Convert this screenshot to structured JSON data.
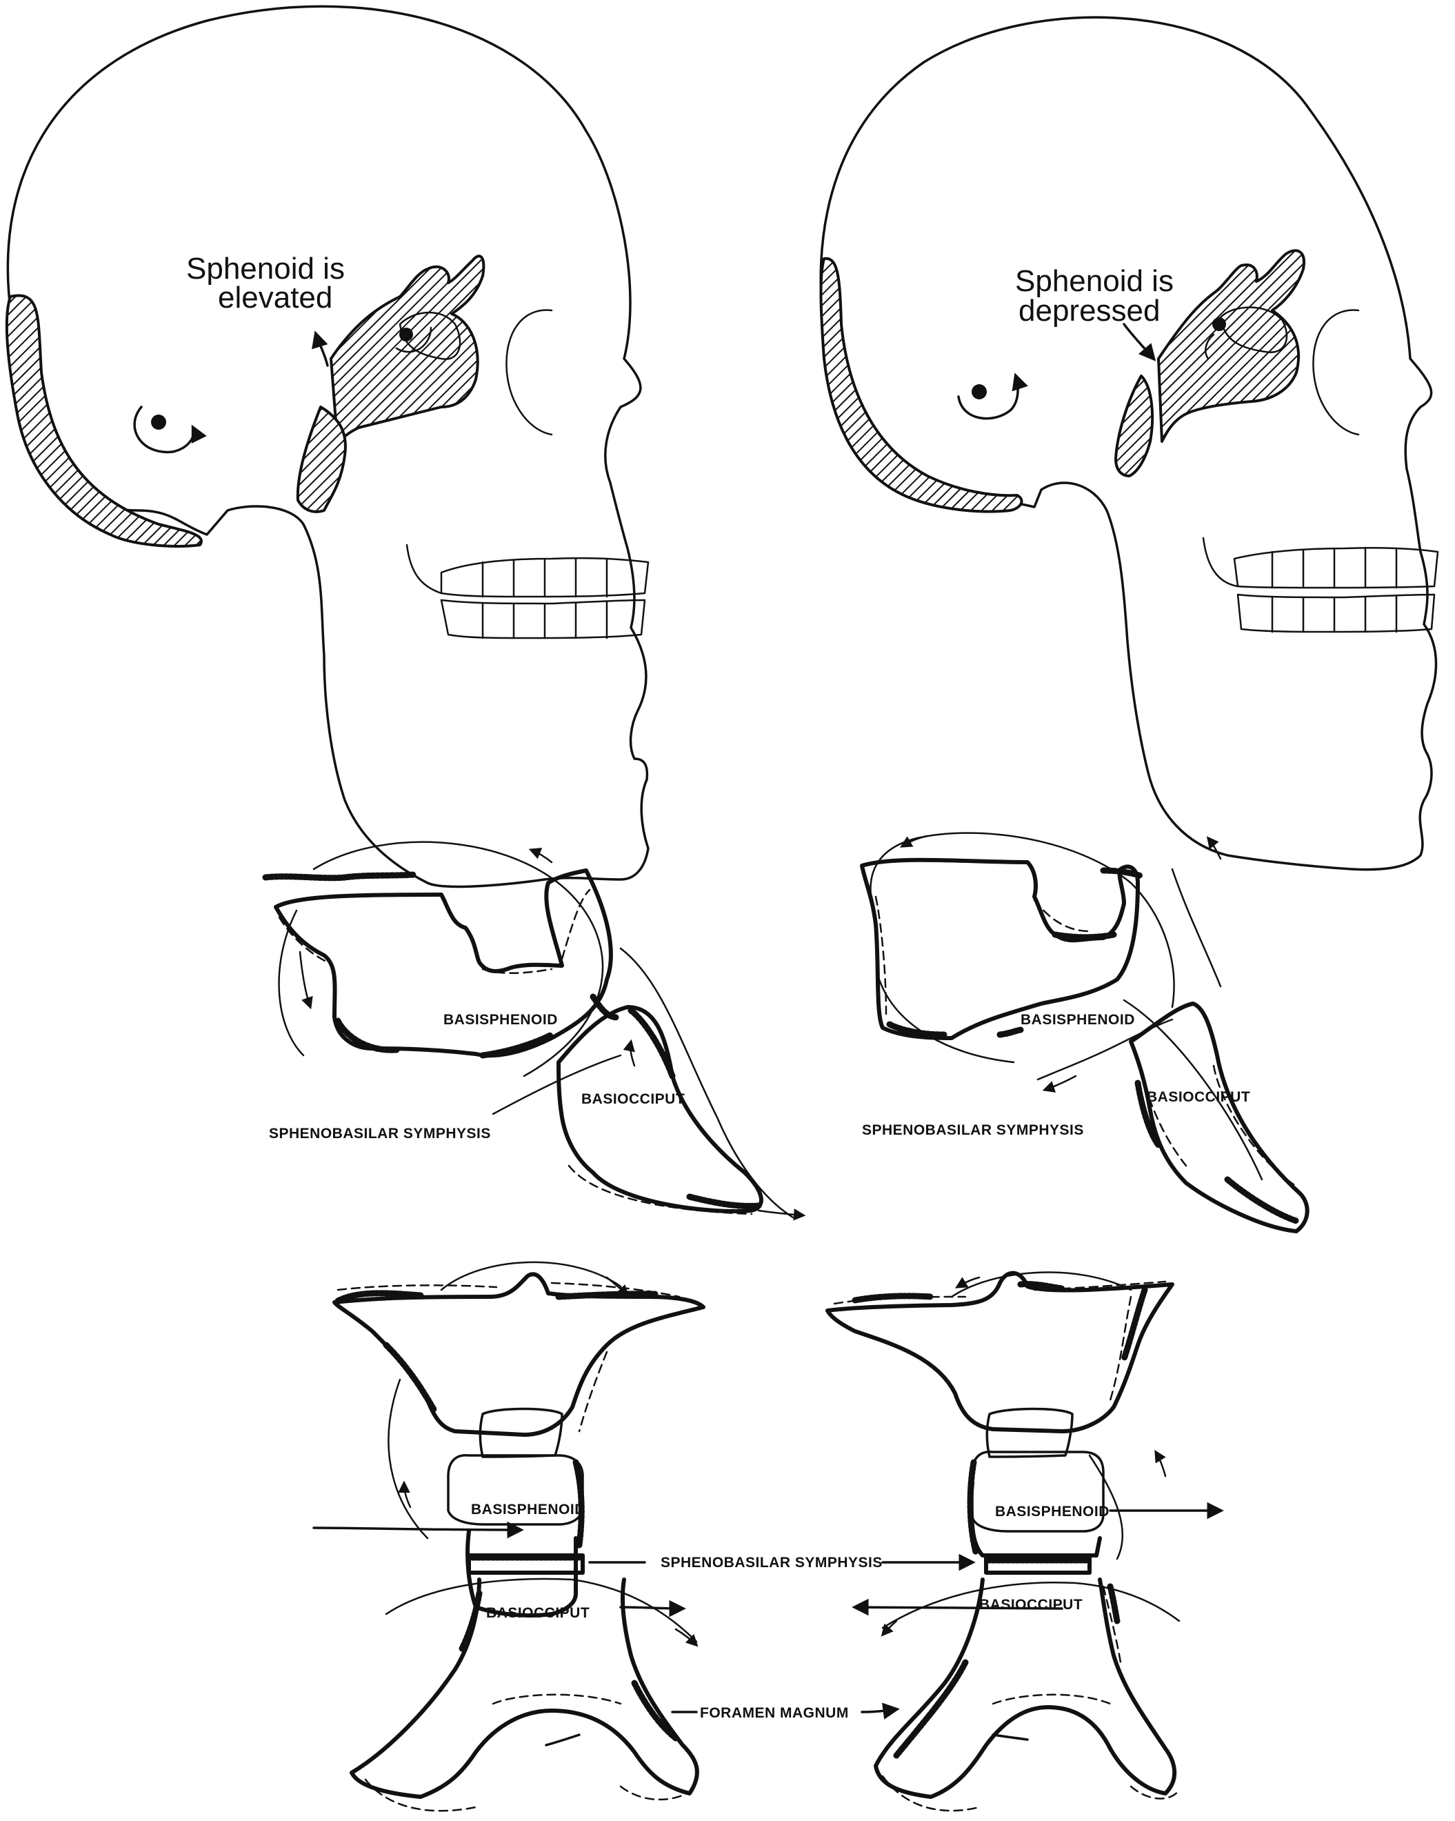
{
  "labels": {
    "elevated_line1": "Sphenoid is",
    "elevated_line2": "elevated",
    "depressed_line1": "Sphenoid is",
    "depressed_line2": "depressed",
    "basisphenoid": "BASISPHENOID",
    "basiocciput": "BASIOCCIPUT",
    "sphenobasilar_symphysis": "SPHENOBASILAR SYMPHYSIS",
    "foramen_magnum": "FORAMEN MAGNUM"
  }
}
